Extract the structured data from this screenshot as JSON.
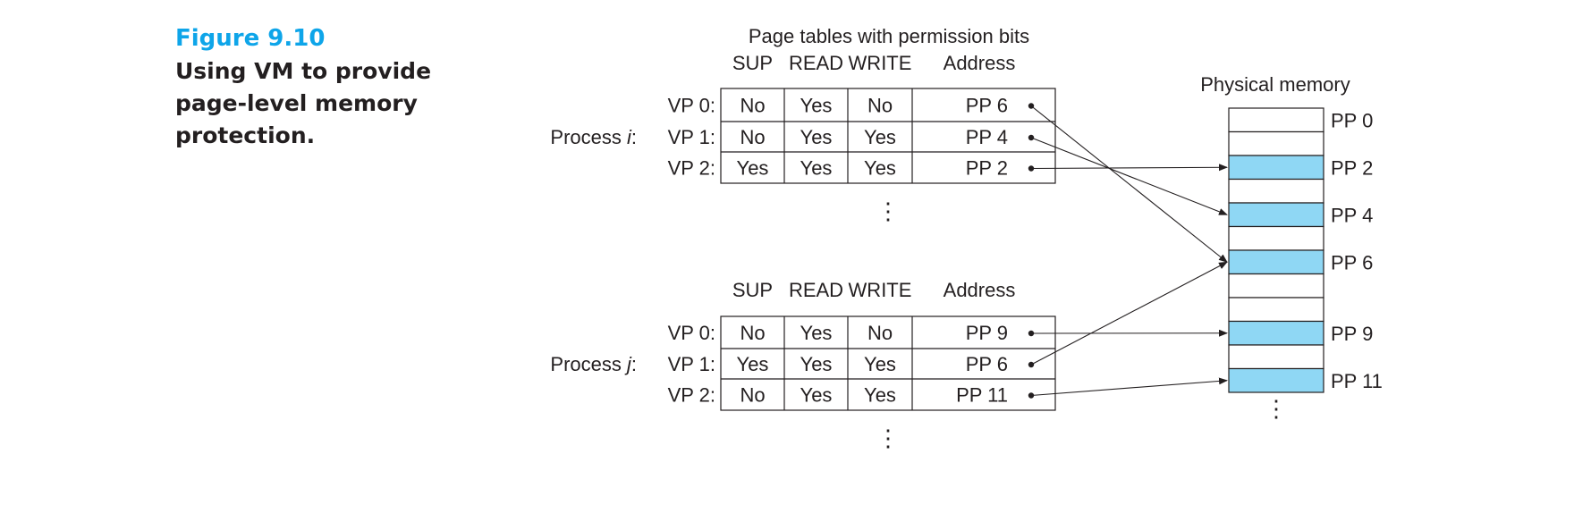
{
  "caption": {
    "figure_number": "Figure 9.10",
    "text": "Using VM to provide page-level memory protection."
  },
  "diagram": {
    "table_title": "Page tables with permission bits",
    "columns": [
      "SUP",
      "READ",
      "WRITE",
      "Address"
    ],
    "processes": [
      {
        "label": "Process ",
        "name": "i",
        "rows": [
          {
            "vp": "VP 0:",
            "sup": "No",
            "read": "Yes",
            "write": "No",
            "address": "PP 6",
            "target": "PP 6"
          },
          {
            "vp": "VP 1:",
            "sup": "No",
            "read": "Yes",
            "write": "Yes",
            "address": "PP 4",
            "target": "PP 4"
          },
          {
            "vp": "VP 2:",
            "sup": "Yes",
            "read": "Yes",
            "write": "Yes",
            "address": "PP 2",
            "target": "PP 2"
          }
        ]
      },
      {
        "label": "Process ",
        "name": "j",
        "rows": [
          {
            "vp": "VP 0:",
            "sup": "No",
            "read": "Yes",
            "write": "No",
            "address": "PP 9",
            "target": "PP 9"
          },
          {
            "vp": "VP 1:",
            "sup": "Yes",
            "read": "Yes",
            "write": "Yes",
            "address": "PP 6",
            "target": "PP 6"
          },
          {
            "vp": "VP 2:",
            "sup": "No",
            "read": "Yes",
            "write": "Yes",
            "address": "PP 11",
            "target": "PP 11"
          }
        ]
      }
    ],
    "physical_memory": {
      "title": "Physical memory",
      "labels": [
        "PP 0",
        "PP 2",
        "PP 4",
        "PP 6",
        "PP 9",
        "PP 11"
      ],
      "highlight_color": "#8fd7f4"
    },
    "ellipsis": "⋮"
  }
}
